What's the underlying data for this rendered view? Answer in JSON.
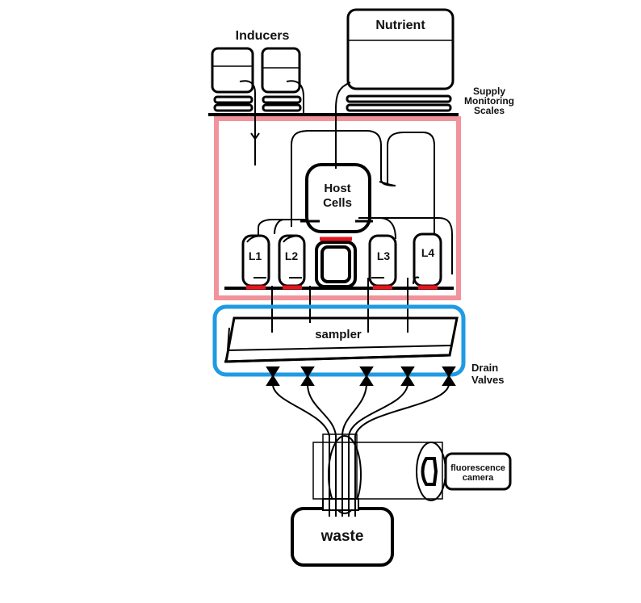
{
  "labels": {
    "inducers": "Inducers",
    "nutrient": "Nutrient",
    "supply_line1": "Supply",
    "supply_line2": "Monitoring",
    "supply_line3": "Scales",
    "host_line1": "Host",
    "host_line2": "Cells",
    "lagoons": [
      "L1",
      "L2",
      "L3",
      "L4"
    ],
    "sampler": "sampler",
    "drain_line1": "Drain",
    "drain_line2": "Valves",
    "camera_line1": "fluorescence",
    "camera_line2": "camera",
    "waste": "waste"
  },
  "colors": {
    "ink": "#000000",
    "chamber_border": "#f0939b",
    "sampler_border": "#1f9be3",
    "heater": "#e8141c"
  }
}
